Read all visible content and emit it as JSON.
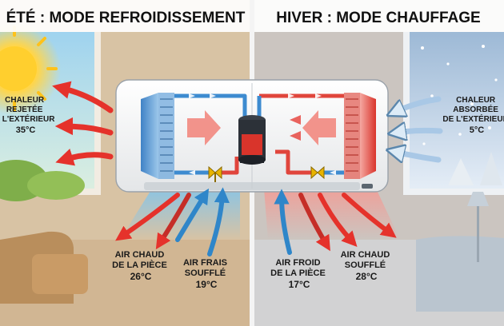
{
  "panels": {
    "summer": {
      "title": "ÉTÉ : MODE REFROIDISSEMENT"
    },
    "winter": {
      "title": "HIVER : MODE CHAUFFAGE"
    }
  },
  "labels": {
    "heat_rejected": [
      "CHALEUR",
      "REJETÉE",
      "À L'EXTÉRIEUR",
      "35°C"
    ],
    "warm_room_air": [
      "AIR CHAUD",
      "DE LA PIÈCE",
      "26°C"
    ],
    "cool_blown_air": [
      "AIR FRAIS",
      "SOUFFLÉ",
      "19°C"
    ],
    "heat_absorbed": [
      "CHALEUR",
      "ABSORBÉE",
      "DE L'EXTÉRIEUR",
      "5°C"
    ],
    "cold_room_air": [
      "AIR FROID",
      "DE LA PIÈCE",
      "17°C"
    ],
    "warm_blown_air": [
      "AIR CHAUD",
      "SOUFFLÉ",
      "28°C"
    ]
  },
  "colors": {
    "hot": "#e5322b",
    "cold": "#2f86c9",
    "summer_bg": "#d8c3a4",
    "winter_bg": "#cbc5c0"
  }
}
